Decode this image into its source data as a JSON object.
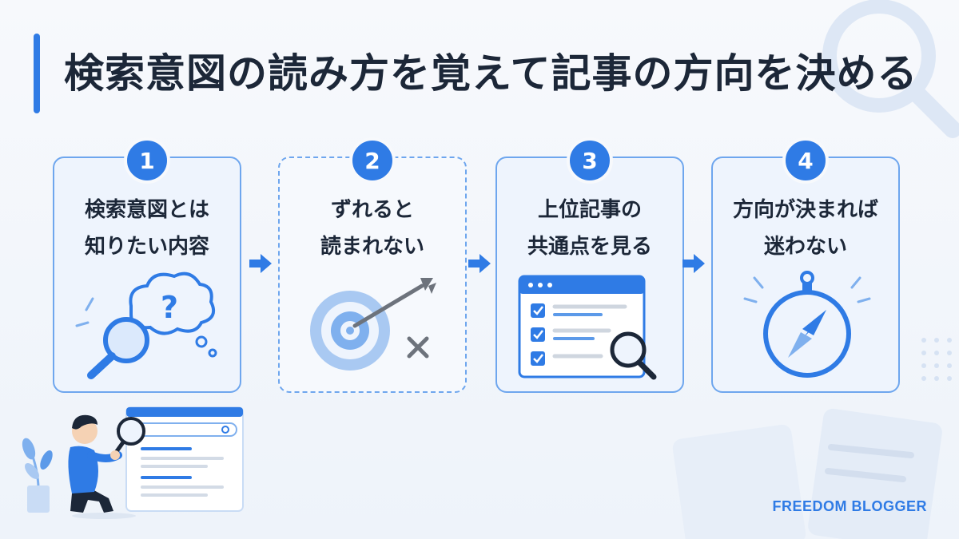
{
  "title": "検索意図の読み方を覚えて記事の方向を決める",
  "steps": [
    {
      "number": "1",
      "line1": "検索意図とは",
      "line2": "知りたい内容"
    },
    {
      "number": "2",
      "line1": "ずれると",
      "line2": "読まれない"
    },
    {
      "number": "3",
      "line1": "上位記事の",
      "line2": "共通点を見る"
    },
    {
      "number": "4",
      "line1": "方向が決まれば",
      "line2": "迷わない"
    }
  ],
  "brand": "FREEDOM BLOGGER",
  "colors": {
    "accent": "#2f7be5",
    "card_border": "#6ea6ee",
    "card_bg": "#eef4fd",
    "text": "#1c2738"
  }
}
